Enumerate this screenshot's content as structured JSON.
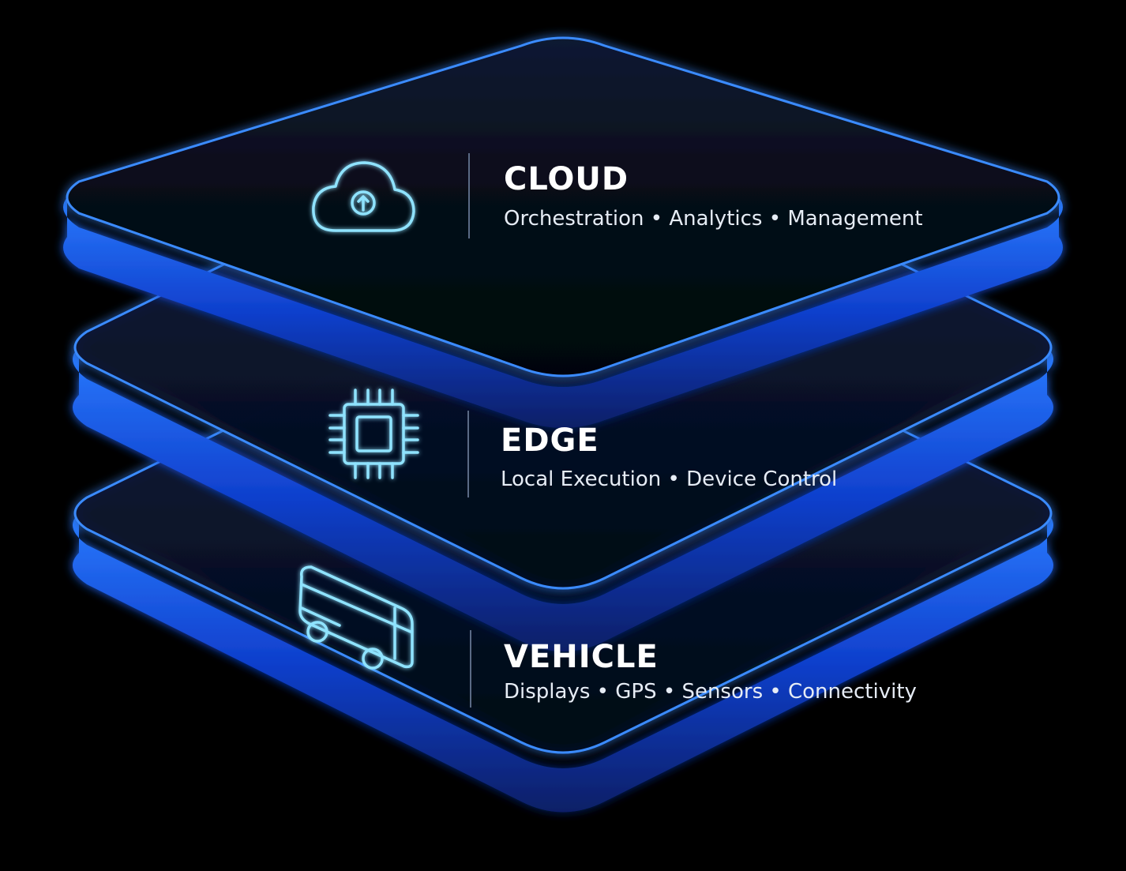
{
  "accent_color": "#1e6bff",
  "icon_color": "#8fe3ff",
  "layers": [
    {
      "name": "CLOUD",
      "caption": "Orchestration • Analytics • Management",
      "icon": "cloud-upload-icon"
    },
    {
      "name": "EDGE",
      "caption": "Local Execution • Device Control",
      "icon": "chip-icon"
    },
    {
      "name": "VEHICLE",
      "caption": "Displays • GPS • Sensors • Connectivity",
      "icon": "bus-icon"
    }
  ]
}
